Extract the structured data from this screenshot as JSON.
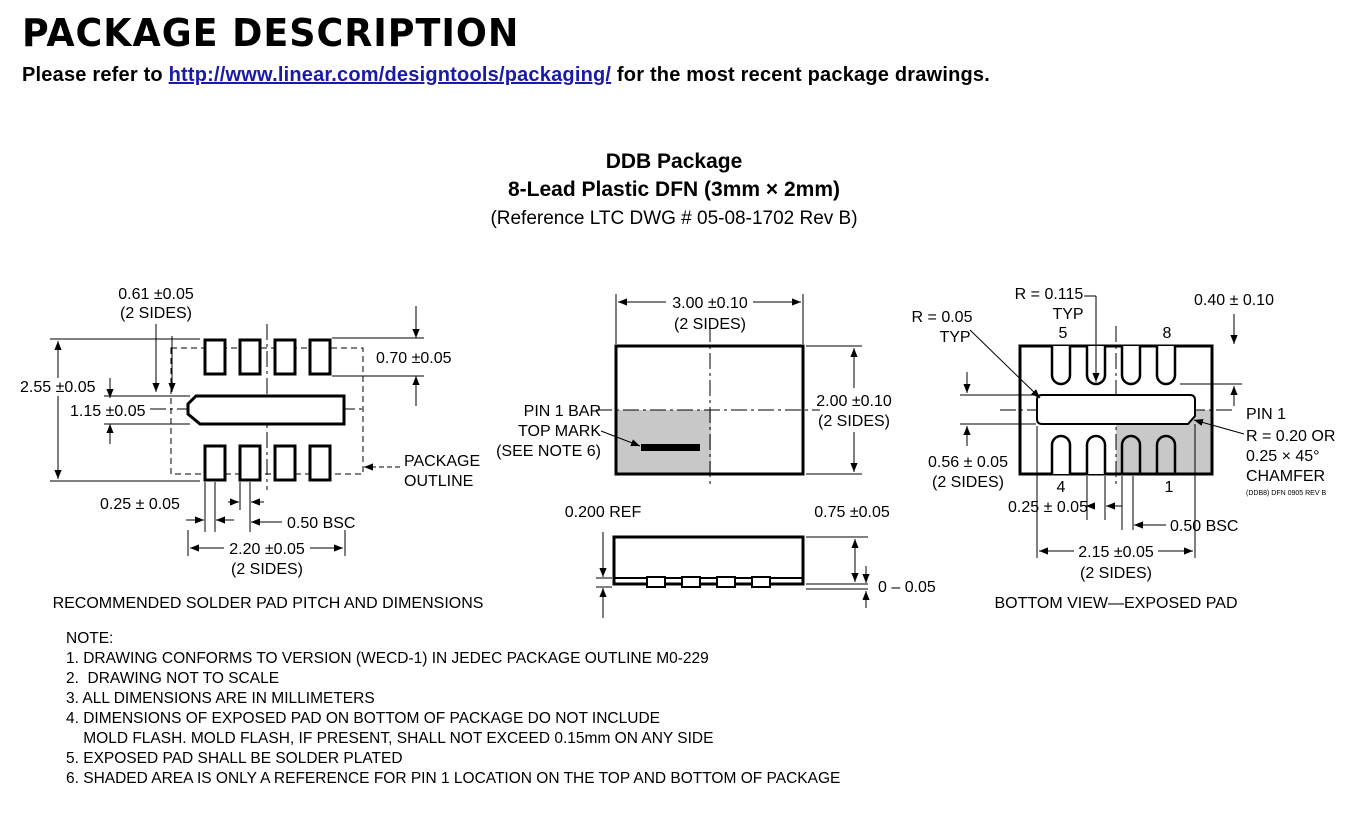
{
  "header": {
    "title": "PACKAGE DESCRIPTION",
    "intro_before": "Please refer to ",
    "intro_link": "http://www.linear.com/designtools/packaging/",
    "intro_after": " for the most recent package drawings."
  },
  "package": {
    "name": "DDB Package",
    "subtitle": "8-Lead Plastic DFN (3mm × 2mm)",
    "reference": "(Reference LTC DWG # 05-08-1702 Rev B)"
  },
  "solder_pad_view": {
    "caption": "RECOMMENDED SOLDER PAD PITCH AND DIMENSIONS",
    "dim_pad_width": "0.61 ±0.05",
    "dim_pad_width_sides": "(2 SIDES)",
    "dim_pad_height": "0.70 ±0.05",
    "dim_total_height": "2.55 ±0.05",
    "dim_center_pad": "1.15 ±0.05",
    "package_outline": "PACKAGE",
    "package_outline_2": "OUTLINE",
    "dim_lead_width": "0.25 ± 0.05",
    "dim_pitch": "0.50 BSC",
    "dim_span": "2.20 ±0.05",
    "dim_span_sides": "(2 SIDES)"
  },
  "top_view": {
    "dim_length": "3.00 ±0.10",
    "dim_length_sides": "(2 SIDES)",
    "dim_width": "2.00 ±0.10",
    "dim_width_sides": "(2 SIDES)",
    "pin1_bar_1": "PIN 1 BAR",
    "pin1_bar_2": "TOP MARK",
    "pin1_bar_3": "(SEE NOTE 6)",
    "shade_color": "#c8c8c8"
  },
  "side_view": {
    "dim_ref": "0.200 REF",
    "dim_height": "0.75 ±0.05",
    "dim_standoff": "0 – 0.05"
  },
  "bottom_view": {
    "caption": "BOTTOM VIEW—EXPOSED PAD",
    "radius_corner": "R = 0.115",
    "radius_corner_typ": "TYP",
    "radius_lead": "R = 0.05",
    "radius_lead_typ": "TYP",
    "pin_5": "5",
    "pin_8": "8",
    "pin_4": "4",
    "pin_1": "1",
    "dim_lead_length": "0.40 ± 0.10",
    "pin1_label": "PIN 1",
    "pin1_radius": "R = 0.20 OR",
    "pin1_chamfer": "0.25 × 45°",
    "pin1_chamfer_2": "CHAMFER",
    "drawing_code": "(DDB8) DFN 0905 REV B",
    "dim_pad_width": "0.56 ± 0.05",
    "dim_pad_width_sides": "(2 SIDES)",
    "dim_lead_width": "0.25 ± 0.05",
    "dim_pitch": "0.50 BSC",
    "dim_pad_length": "2.15 ±0.05",
    "dim_pad_length_sides": "(2 SIDES)"
  },
  "notes": {
    "heading": "NOTE:",
    "items": [
      "1. DRAWING CONFORMS TO VERSION (WECD-1) IN JEDEC PACKAGE OUTLINE M0-229",
      "2.  DRAWING NOT TO SCALE",
      "3. ALL DIMENSIONS ARE IN MILLIMETERS",
      "4. DIMENSIONS OF EXPOSED PAD ON BOTTOM OF PACKAGE DO NOT INCLUDE",
      "    MOLD FLASH. MOLD FLASH, IF PRESENT, SHALL NOT EXCEED 0.15mm ON ANY SIDE",
      "5. EXPOSED PAD SHALL BE SOLDER PLATED",
      "6. SHADED AREA IS ONLY A REFERENCE FOR PIN 1 LOCATION ON THE TOP AND BOTTOM OF PACKAGE"
    ]
  }
}
